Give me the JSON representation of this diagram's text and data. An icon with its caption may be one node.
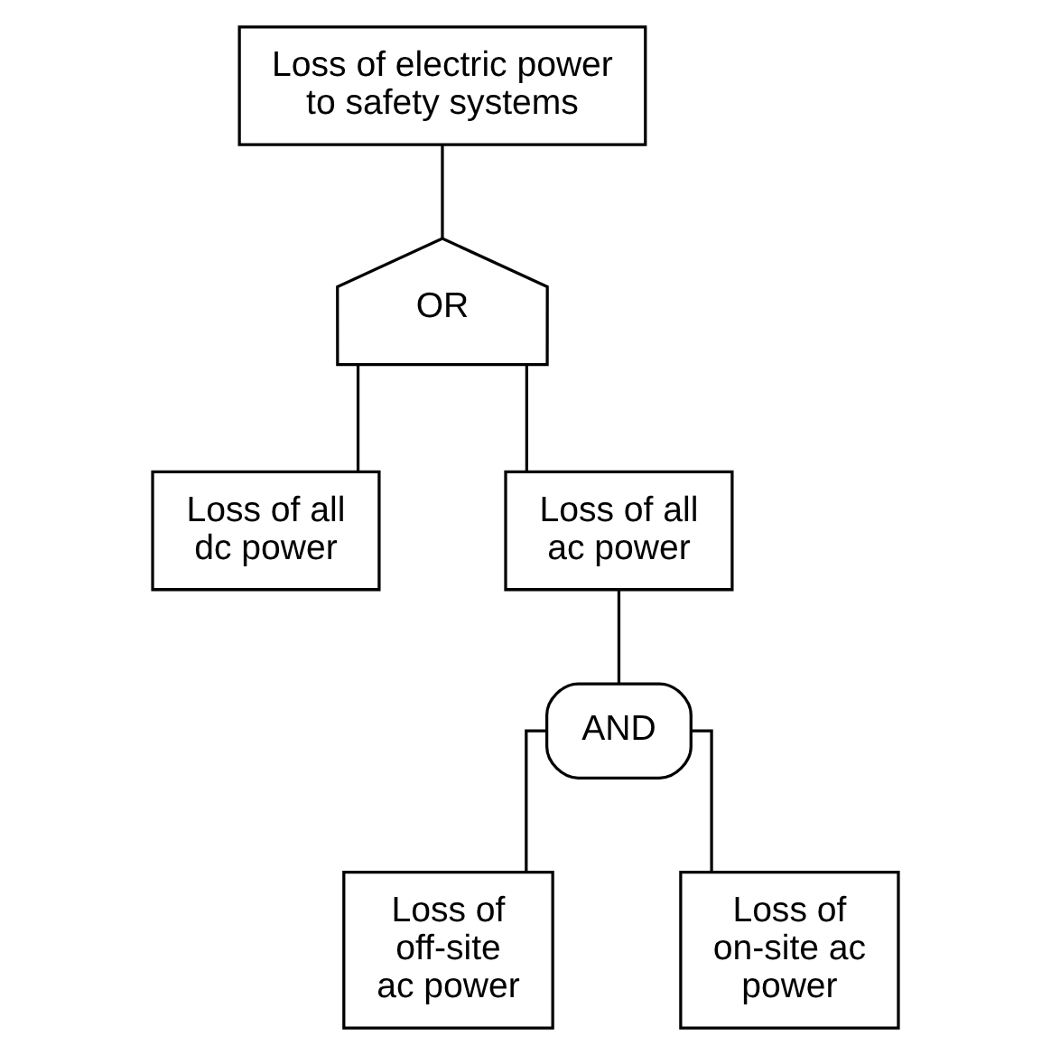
{
  "diagram": {
    "nodes": [
      {
        "text": [
          "Loss of electric power to safety systems"
        ]
      },
      {
        "text": [
          "OR"
        ]
      },
      {
        "text": [
          "Loss of all dc power"
        ]
      },
      {
        "text": [
          "Loss of all ac power"
        ]
      },
      {
        "text": [
          "AND"
        ]
      },
      {
        "text": [
          "Loss of off-site ac power"
        ]
      },
      {
        "text": [
          "Loss of on-site ac power"
        ]
      }
    ],
    "edges": [
      {
        "from": 0,
        "to": 1,
        "arrow": "none"
      },
      {
        "from": 1,
        "to": 2,
        "arrow": "none"
      },
      {
        "from": 1,
        "to": 3,
        "arrow": "none"
      },
      {
        "from": 3,
        "to": 4,
        "arrow": "none"
      },
      {
        "from": 4,
        "to": 5,
        "arrow": "none"
      },
      {
        "from": 4,
        "to": 6,
        "arrow": "none"
      }
    ]
  }
}
